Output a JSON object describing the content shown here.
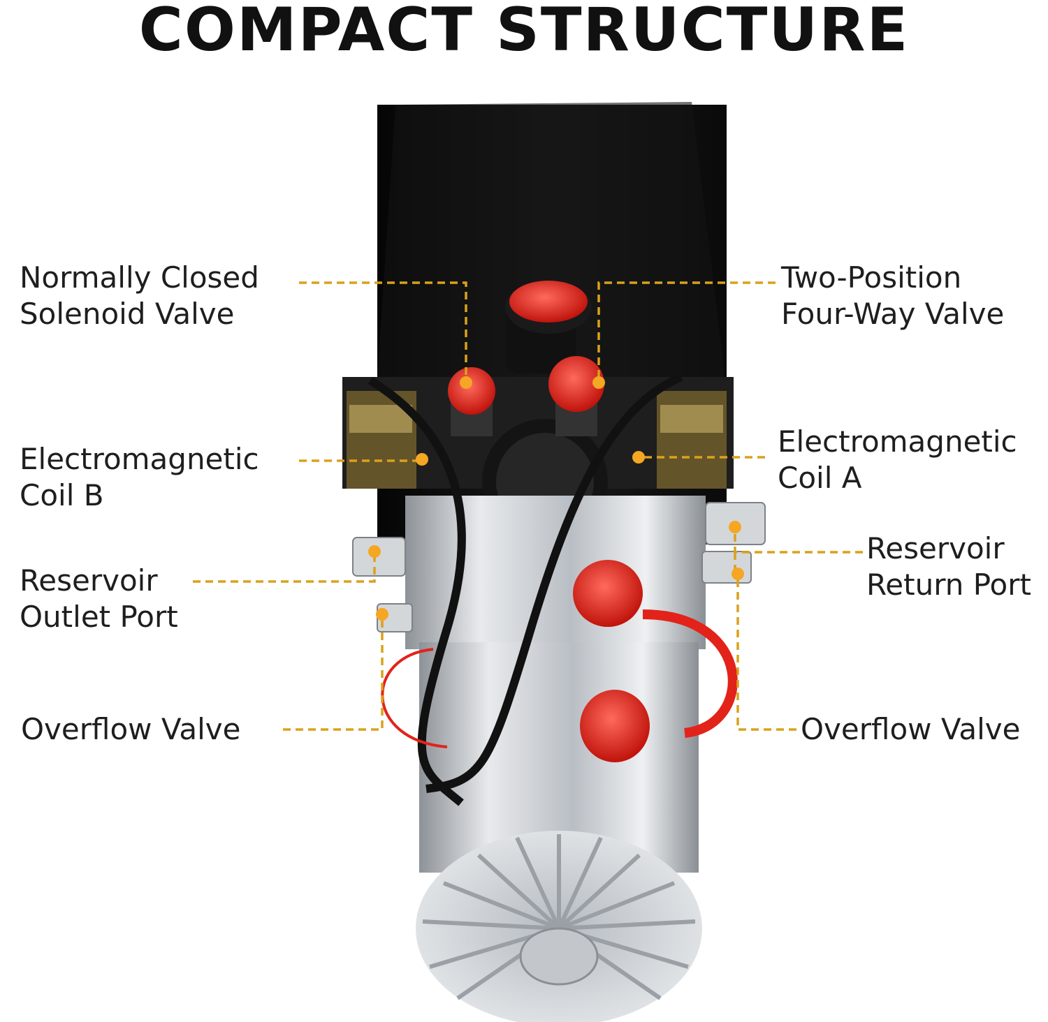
{
  "title": "COMPACT STRUCTURE",
  "callouts": {
    "normally_closed_solenoid_valve": [
      "Normally Closed",
      "Solenoid Valve"
    ],
    "two_position_four_way_valve": [
      "Two-Position",
      "Four-Way Valve"
    ],
    "electromagnetic_coil_b": [
      "Electromagnetic",
      "Coil B"
    ],
    "electromagnetic_coil_a": [
      "Electromagnetic",
      "Coil A"
    ],
    "reservoir_outlet_port": [
      "Reservoir",
      "Outlet Port"
    ],
    "reservoir_return_port": [
      "Reservoir",
      "Return Port"
    ],
    "overflow_valve_left": [
      "Overflow Valve"
    ],
    "overflow_valve_right": [
      "Overflow Valve"
    ]
  },
  "colors": {
    "leader_line": "#d9a21c",
    "marker": "#f5a623",
    "reservoir": "#0c0c0c",
    "cap": "#e2231a",
    "metal": "#c9cdd2"
  }
}
